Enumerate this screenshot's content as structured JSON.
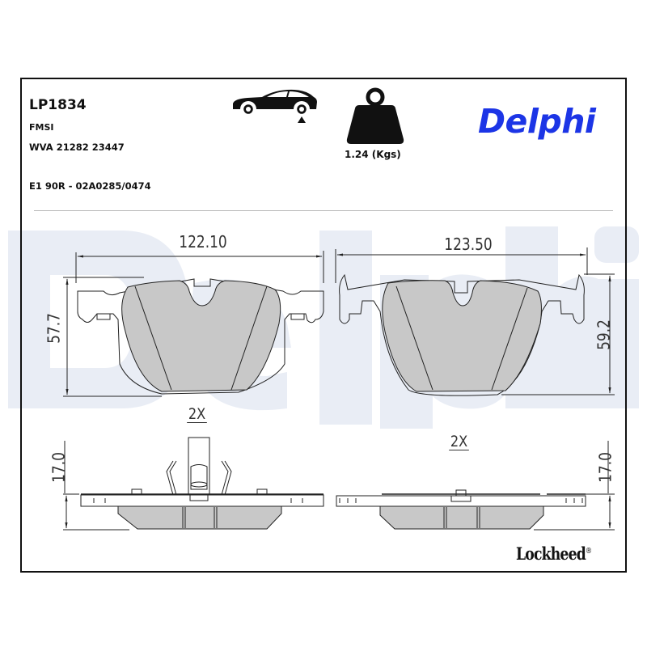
{
  "header": {
    "part_number": "LP1834",
    "fmsi_label": "FMSI",
    "wva": "WVA 21282 23447",
    "approval": "E1 90R - 02A0285/0474"
  },
  "icons": {
    "car": "car-rear-axle-icon",
    "weight": "weight-icon"
  },
  "weight": {
    "label": "1.24 (Kgs)"
  },
  "brand": {
    "name": "Delphi",
    "color": "#1c35e6",
    "watermark_color": "#e9edf5"
  },
  "footer": {
    "brand": "Lockheed",
    "registered": "®"
  },
  "drawing": {
    "pad_left": {
      "width": "122.10",
      "height": "57.7",
      "quantity": "2X"
    },
    "pad_right": {
      "width": "123.50",
      "height": "59.2",
      "quantity": "2X"
    },
    "thickness_left": "17.0",
    "thickness_right": "17.0",
    "friction_color": "#c8c8c8",
    "line_color": "#222222"
  }
}
